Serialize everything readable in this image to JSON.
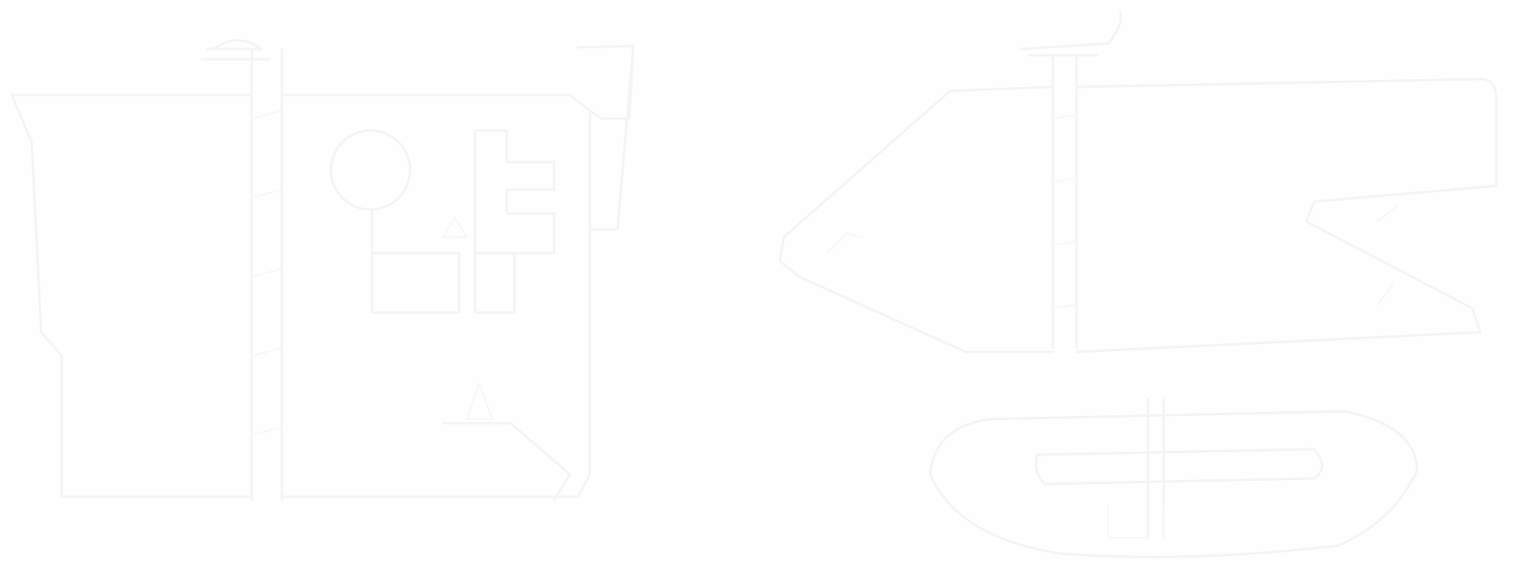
{
  "background_color": "#fefefe",
  "stroke_color": "#f4f4f4",
  "figures": [
    {
      "name": "left-flag-on-pole"
    },
    {
      "name": "right-pennant-on-pole"
    },
    {
      "name": "bottom-right-boat"
    }
  ]
}
